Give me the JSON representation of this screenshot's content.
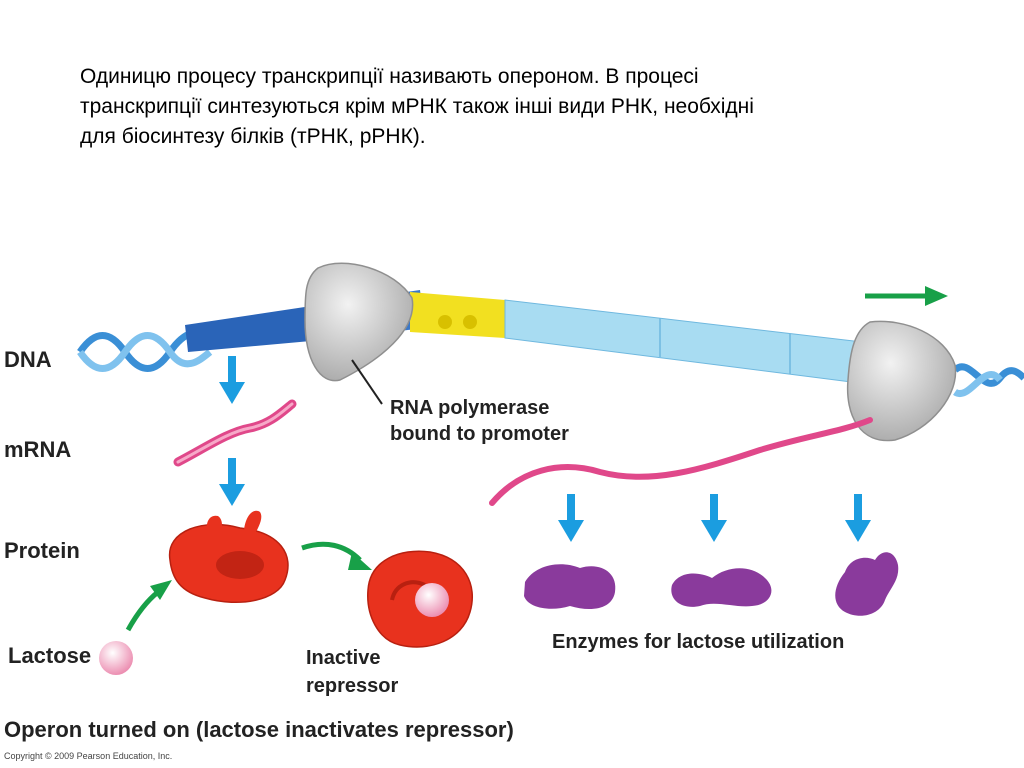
{
  "intro": {
    "lines": [
      "Одиницю процесу транскрипції називають опероном. В процесі",
      "транскрипції синтезуються крім мРНК також інші види РНК, необхідні",
      "для біосинтезу білків (тРНК, рРНК)."
    ]
  },
  "diagram": {
    "row_labels": {
      "dna": "DNA",
      "mrna": "mRNA",
      "protein": "Protein",
      "lactose": "Lactose"
    },
    "polymerase_label": [
      "RNA polymerase",
      "bound to promoter"
    ],
    "inactive_label": [
      "Inactive",
      "repressor"
    ],
    "enzymes_label": "Enzymes for lactose utilization",
    "caption": "Operon turned on (lactose inactivates repressor)",
    "copyright": "Copyright © 2009 Pearson Education, Inc.",
    "colors": {
      "dna_blue": "#3a8fd6",
      "gene_dark": "#2a64b8",
      "operator_yellow": "#f2e020",
      "genes_light": "#a8dcf2",
      "polymerase_gray": "#cfcfcf",
      "mrna_pink": "#e0488a",
      "repressor_red": "#e8321e",
      "lactose_pink": "#f7b8cf",
      "enzyme_purple": "#8a3a9c",
      "arrow_blue": "#1b9de0",
      "arrow_green": "#18a048"
    }
  }
}
